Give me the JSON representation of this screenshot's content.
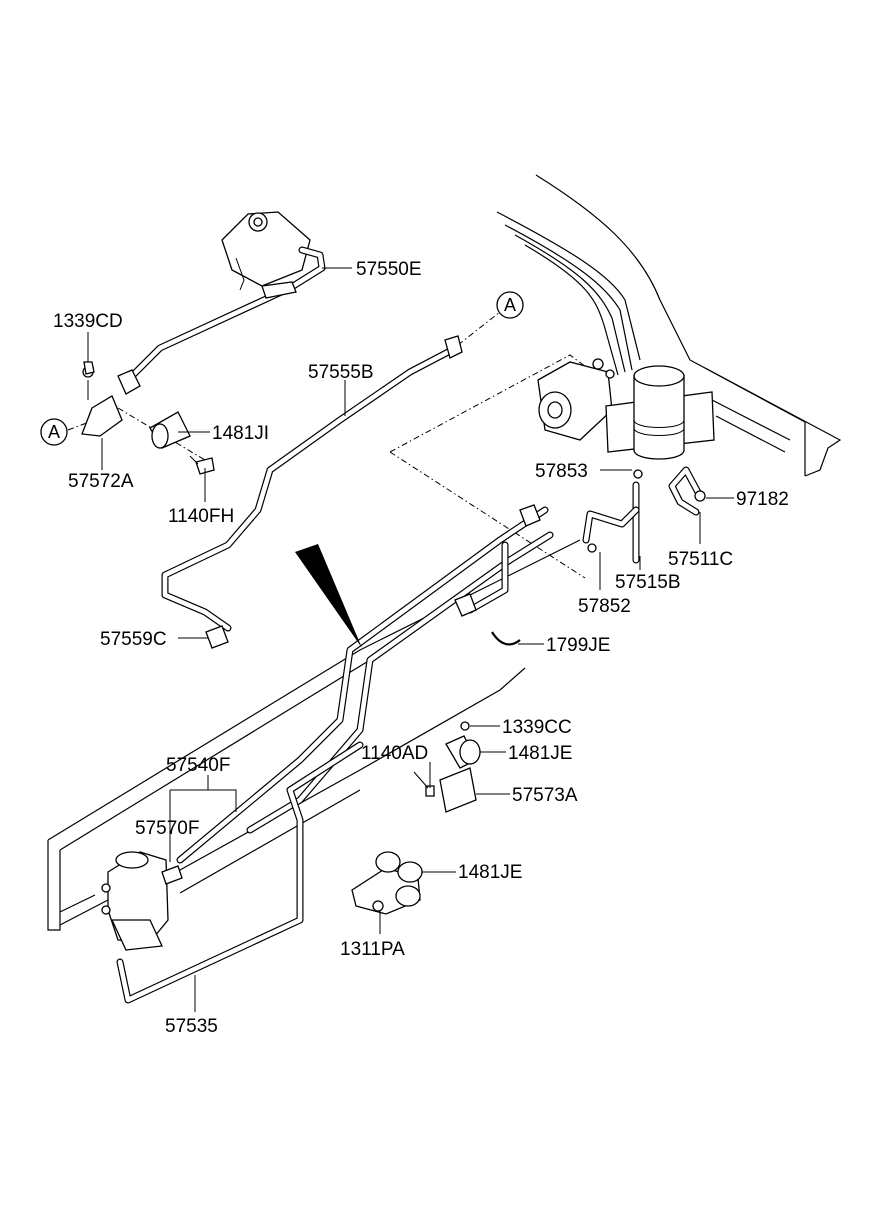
{
  "diagram": {
    "callouts": {
      "c57550E": "57550E",
      "c1339CD": "1339CD",
      "c57555B": "57555B",
      "c1481JI": "1481JI",
      "c57572A": "57572A",
      "c1140FH": "1140FH",
      "c57853": "57853",
      "c97182": "97182",
      "c57511C": "57511C",
      "c57515B": "57515B",
      "c57852": "57852",
      "c57559C": "57559C",
      "c1799JE": "1799JE",
      "c1339CC": "1339CC",
      "c1140AD": "1140AD",
      "c1481JE_a": "1481JE",
      "c57573A": "57573A",
      "c57540F": "57540F",
      "c57570F": "57570F",
      "c1481JE_b": "1481JE",
      "c1311PA": "1311PA",
      "c57535": "57535"
    },
    "reference_markers": {
      "a_left": "A",
      "a_right": "A"
    }
  }
}
